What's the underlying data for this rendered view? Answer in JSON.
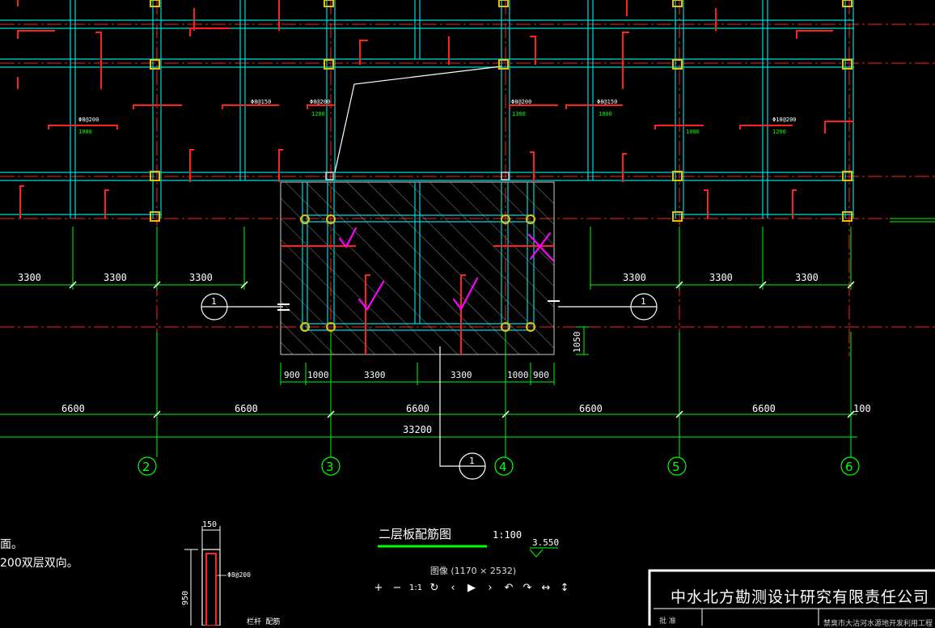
{
  "viewer": {
    "caption": "图像 (1170 × 2532)",
    "toolbar": [
      {
        "name": "zoom-in-button",
        "glyph": "+"
      },
      {
        "name": "zoom-out-button",
        "glyph": "−"
      },
      {
        "name": "actual-size-button",
        "glyph": "1:1"
      },
      {
        "name": "refresh-button",
        "glyph": "↻"
      },
      {
        "name": "previous-button",
        "glyph": "‹"
      },
      {
        "name": "play-button",
        "glyph": "▶"
      },
      {
        "name": "next-button",
        "glyph": "›"
      },
      {
        "name": "rotate-left-button",
        "glyph": "↶"
      },
      {
        "name": "rotate-right-button",
        "glyph": "↷"
      },
      {
        "name": "flip-horizontal-button",
        "glyph": "↔"
      },
      {
        "name": "flip-vertical-button",
        "glyph": "↕"
      }
    ]
  },
  "drawing": {
    "title": "二层板配筋图",
    "scale": "1:100",
    "elevation": "3.550",
    "section_mark": "1",
    "upper_dims": [
      "3300",
      "3300",
      "3300"
    ],
    "right_upper_dims": [
      "3300",
      "3300",
      "3300"
    ],
    "bay_dims": [
      "900",
      "1000",
      "3300",
      "3300",
      "1000",
      "900"
    ],
    "side_dim": "1050",
    "span_dims": [
      "6600",
      "6600",
      "6600",
      "6600",
      "6600"
    ],
    "total_dim": "33200",
    "end_dim": "100",
    "axes": [
      "2",
      "3",
      "4",
      "5",
      "6"
    ],
    "detail_dim": "150",
    "detail_height": "950",
    "detail_rebar": "Φ8@200",
    "beam_labels": [
      "Φ8@200",
      "Φ8@150",
      "Φ8@200",
      "Φ8@200",
      "Φ8@150",
      "Φ10@200"
    ],
    "rebar_lengths": [
      "1000",
      "1200",
      "1300",
      "1000",
      "1000",
      "1200"
    ],
    "left_notes": [
      "面。",
      "200双层双向。"
    ],
    "detail_caption": "栏杆 配筋"
  },
  "title_block": {
    "company": "中水北方勘测设计研究有限责任公司",
    "cell": "批 准",
    "project": "禁臭市大沽河水源地开发利用工程"
  },
  "colors": {
    "background": "#000000",
    "beam": "#00d8d8",
    "rebar": "#ff2020",
    "dimension": "#00ff00",
    "column": "#e6c200",
    "check_marks": "#ff00ff",
    "hatch": "#aaaaaa"
  }
}
